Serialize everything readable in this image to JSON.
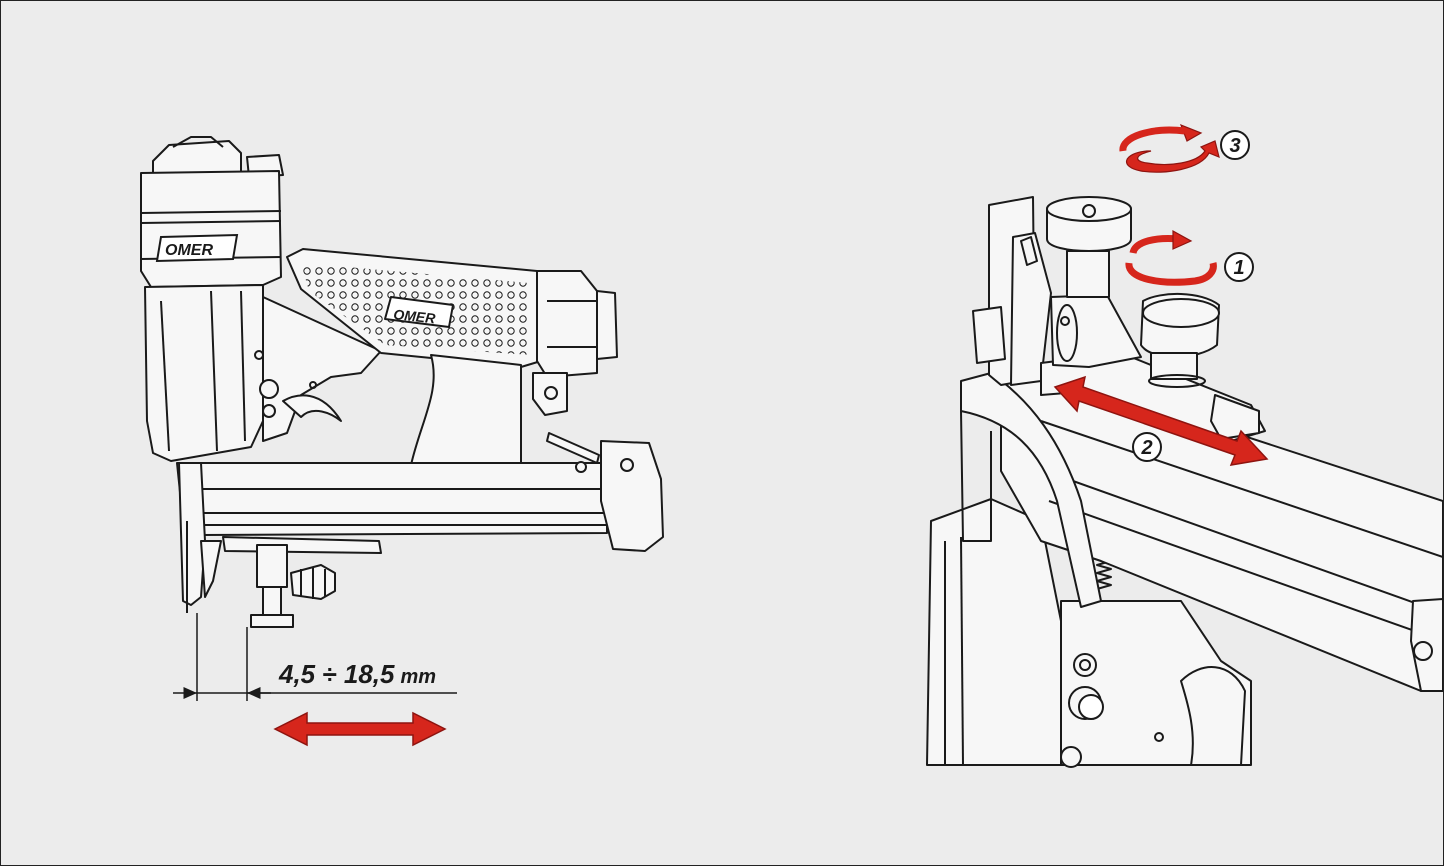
{
  "figure": {
    "dimension": {
      "range": "4,5 ÷ 18,5",
      "unit": "mm"
    },
    "brand": "OMER",
    "steps": [
      {
        "number": "1"
      },
      {
        "number": "2"
      },
      {
        "number": "3"
      }
    ],
    "colors": {
      "background": "#ececec",
      "arrow": "#d6261c",
      "line": "#1a1a1a",
      "body": "#f7f7f7"
    }
  }
}
